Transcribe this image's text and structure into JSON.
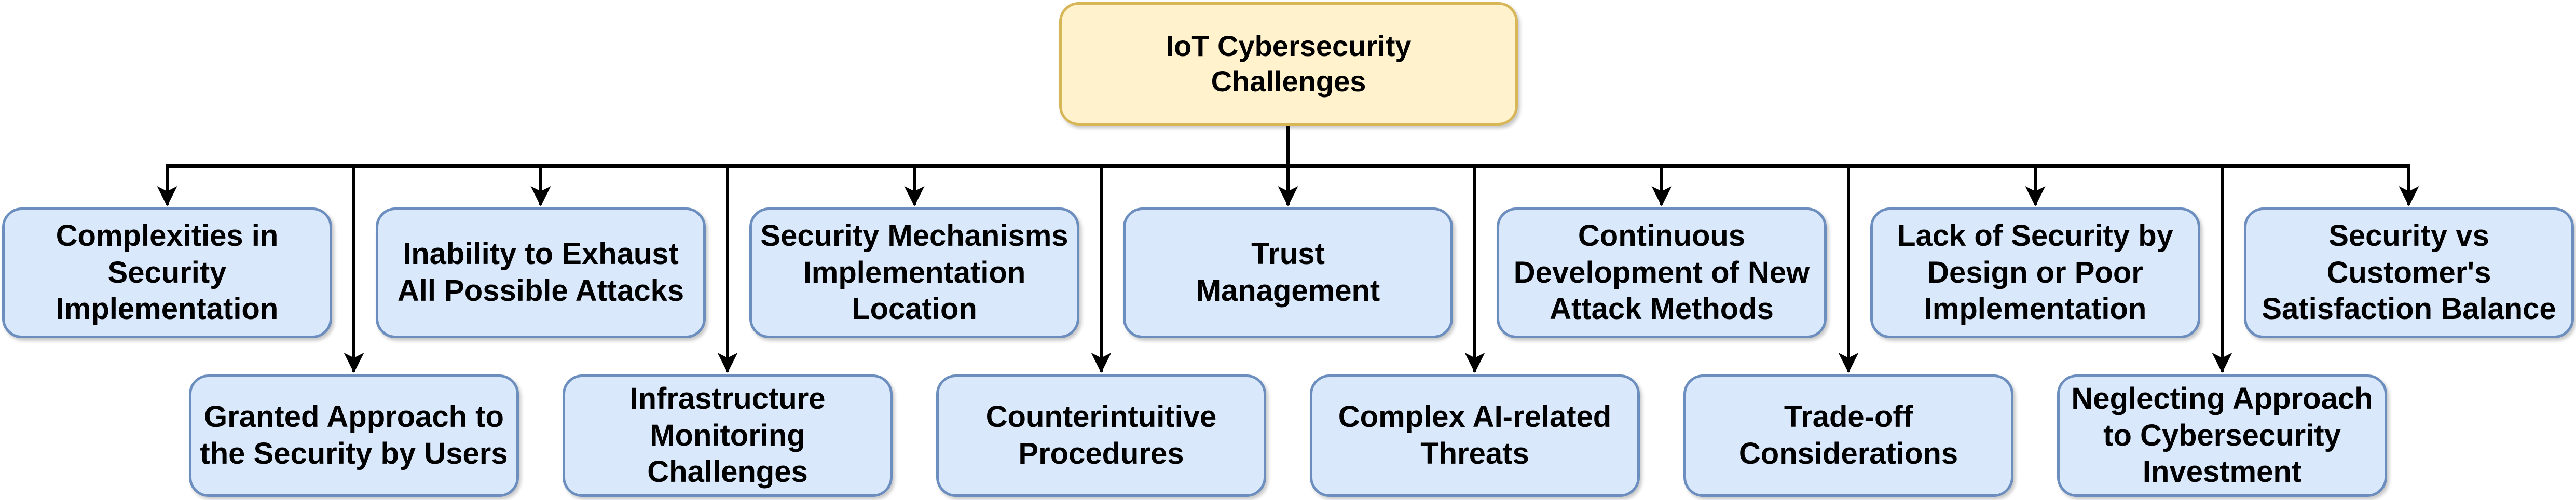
{
  "diagram": {
    "type": "tree",
    "root": {
      "label": "IoT Cybersecurity\nChallenges"
    },
    "level1": [
      {
        "label": "Complexities in\nSecurity\nImplementation"
      },
      {
        "label": "Inability to Exhaust\nAll Possible Attacks"
      },
      {
        "label": "Security Mechanisms\nImplementation\nLocation"
      },
      {
        "label": "Trust\nManagement"
      },
      {
        "label": "Continuous\nDevelopment of New\nAttack Methods"
      },
      {
        "label": "Lack of Security by\nDesign or Poor\nImplementation"
      },
      {
        "label": "Security vs\nCustomer's\nSatisfaction Balance"
      }
    ],
    "level2": [
      {
        "label": "Granted Approach to\nthe Security by Users"
      },
      {
        "label": "Infrastructure\nMonitoring\nChallenges"
      },
      {
        "label": "Counterintuitive\nProcedures"
      },
      {
        "label": "Complex AI-related\nThreats"
      },
      {
        "label": "Trade-off\nConsiderations"
      },
      {
        "label": "Neglecting Approach\nto Cybersecurity\nInvestment"
      }
    ]
  },
  "colors": {
    "background": "#FFFFFF",
    "root_fill": "#FFF2CC",
    "root_border": "#D6B656",
    "child_fill": "#DAE8FC",
    "child_border": "#6C8EBF",
    "connector": "#000000",
    "text": "#000000"
  }
}
